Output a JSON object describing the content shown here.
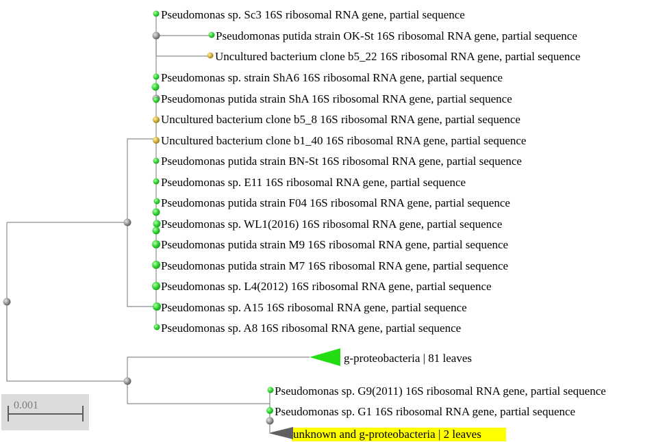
{
  "colors": {
    "leaf_green": "#35d636",
    "leaf_gold": "#d4b23c",
    "internal_node": "#8f8f8f",
    "edge": "#8c8c8c",
    "clade_green": "#22dd11",
    "clade_gray": "#5f5f5f",
    "highlight": "#ffff00",
    "scale_bg": "#dcdcdc"
  },
  "scale_bar": {
    "label": "0.001"
  },
  "leaves": [
    {
      "label": "Pseudomonas sp. Sc3 16S ribosomal RNA gene, partial sequence",
      "color": "green"
    },
    {
      "label": "Pseudomonas putida strain OK-St 16S ribosomal RNA gene, partial sequence",
      "color": "green"
    },
    {
      "label": "Uncultured bacterium clone b5_22 16S ribosomal RNA gene, partial sequence",
      "color": "gold"
    },
    {
      "label": "Pseudomonas sp. strain ShA6 16S ribosomal RNA gene, partial sequence",
      "color": "green"
    },
    {
      "label": "Pseudomonas putida strain ShA 16S ribosomal RNA gene, partial sequence",
      "color": "green"
    },
    {
      "label": "Uncultured bacterium clone b5_8 16S ribosomal RNA gene, partial sequence",
      "color": "gold"
    },
    {
      "label": "Uncultured bacterium clone b1_40 16S ribosomal RNA gene, partial sequence",
      "color": "gold"
    },
    {
      "label": "Pseudomonas putida strain BN-St 16S ribosomal RNA gene, partial sequence",
      "color": "green"
    },
    {
      "label": "Pseudomonas sp. E11 16S ribosomal RNA gene, partial sequence",
      "color": "green"
    },
    {
      "label": "Pseudomonas putida strain F04 16S ribosomal RNA gene, partial sequence",
      "color": "green"
    },
    {
      "label": "Pseudomonas sp. WL1(2016) 16S ribosomal RNA gene, partial sequence",
      "color": "green"
    },
    {
      "label": "Pseudomonas putida strain M9 16S ribosomal RNA gene, partial sequence",
      "color": "green"
    },
    {
      "label": "Pseudomonas putida strain M7 16S ribosomal RNA gene, partial sequence",
      "color": "green"
    },
    {
      "label": "Pseudomonas sp. L4(2012) 16S ribosomal RNA gene, partial sequence",
      "color": "green"
    },
    {
      "label": "Pseudomonas sp. A15 16S ribosomal RNA gene, partial sequence",
      "color": "green"
    },
    {
      "label": "Pseudomonas sp. A8 16S ribosomal RNA gene, partial sequence",
      "color": "green"
    },
    {
      "label": "Pseudomonas sp. G9(2011) 16S ribosomal RNA gene, partial sequence",
      "color": "green"
    },
    {
      "label": "Pseudomonas sp. G1 16S ribosomal RNA gene, partial sequence",
      "color": "green"
    }
  ],
  "collapsed_clades": [
    {
      "label": "g-proteobacteria | 81 leaves",
      "color": "green",
      "highlighted": false
    },
    {
      "label": "unknown and g-proteobacteria | 2 leaves",
      "color": "gray",
      "highlighted": true
    }
  ]
}
